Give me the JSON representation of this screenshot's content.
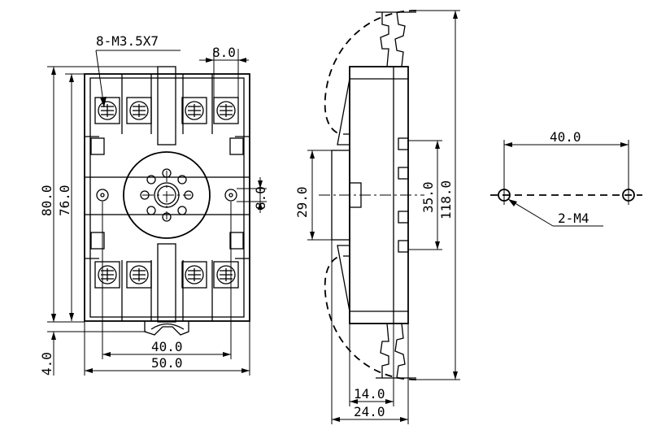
{
  "front_view": {
    "screw_callout": "8-M3.5X7",
    "terminal_pitch": "8.0",
    "overall_height": "80.0",
    "body_height": "76.0",
    "hole_offset": "8.0",
    "hole_spacing": "40.0",
    "overall_width": "50.0",
    "base_offset": "4.0"
  },
  "side_view": {
    "rail_height": "29.0",
    "center_height": "35.0",
    "overall_length": "118.0",
    "rail_depth": "14.0",
    "overall_depth": "24.0"
  },
  "mounting_view": {
    "hole_pitch": "40.0",
    "hole_callout": "2-M4"
  }
}
